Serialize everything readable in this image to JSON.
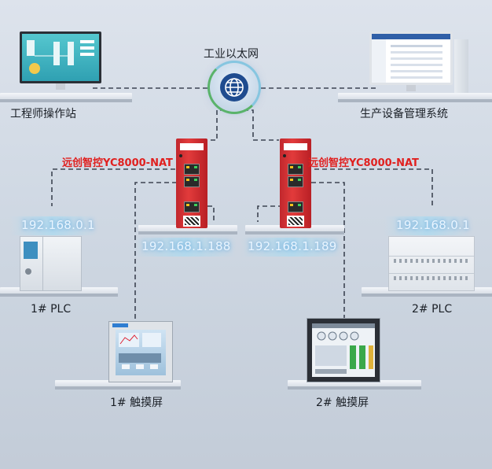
{
  "network": {
    "title": "工业以太网",
    "icon": "globe-icon"
  },
  "engineer_station": {
    "label": "工程师操作站",
    "icon": "monitor-icon"
  },
  "management_system": {
    "label": "生产设备管理系统",
    "icon": "monitor-icon"
  },
  "gateway_left": {
    "name": "远创智控YC8000-NAT",
    "ip": "192.168.1.188"
  },
  "gateway_right": {
    "name": "远创智控YC8000-NAT",
    "ip": "192.168.1.189"
  },
  "plc_left": {
    "ip": "192.168.0.1",
    "label": "1# PLC"
  },
  "plc_right": {
    "ip": "192.168.0.1",
    "label": "2# PLC"
  },
  "hmi_left": {
    "label": "1# 触摸屏"
  },
  "hmi_right": {
    "label": "2# 触摸屏"
  },
  "colors": {
    "accent_red": "#e0201f",
    "device_red": "#d32f2f",
    "ip_glow": "#8bc4ee",
    "globe_blue": "#1f4c8f",
    "wire": "#3d4452"
  }
}
